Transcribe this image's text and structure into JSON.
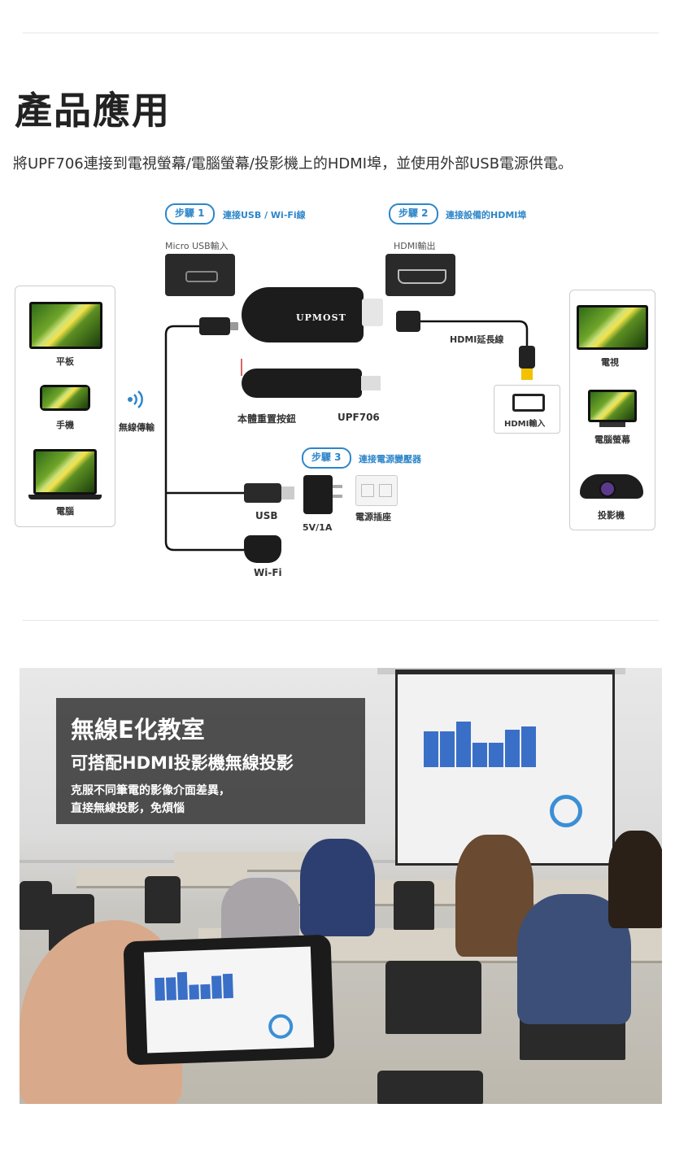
{
  "heading": "產品應用",
  "intro": "將UPF706連接到電視螢幕/電腦螢幕/投影機上的HDMI埠，並使用外部USB電源供電。",
  "diagram": {
    "step1": {
      "badge": "步驟 1",
      "desc": "連接USB / Wi-Fi線",
      "port_label": "Micro USB輸入"
    },
    "step2": {
      "badge": "步驟 2",
      "desc": "連接設備的HDMI埠",
      "port_label": "HDMI輸出"
    },
    "step3": {
      "badge": "步驟 3",
      "desc": "連接電源變壓器"
    },
    "left_devices": [
      "平板",
      "手機",
      "電腦"
    ],
    "wireless_label": "無線傳輸",
    "brand": "UPMOST",
    "dongle_labels": {
      "reset": "本體重置按鈕",
      "model": "UPF706"
    },
    "hdmi_cable": "HDMI延長線",
    "hdmi_input": "HDMI輸入",
    "right_devices": [
      "電視",
      "電腦螢幕",
      "投影機"
    ],
    "usb": "USB",
    "adapter": "5V/1A",
    "outlet": "電源插座",
    "wifi": "Wi-Fi"
  },
  "banner": {
    "title": "無線E化教室",
    "subtitle": "可搭配HDMI投影機無線投影",
    "line1": "克服不同筆電的影像介面差異，",
    "line2": "直接無線投影，免煩惱"
  },
  "colors": {
    "accent": "#2d86c9",
    "yellow_plug": "#f2c200"
  }
}
